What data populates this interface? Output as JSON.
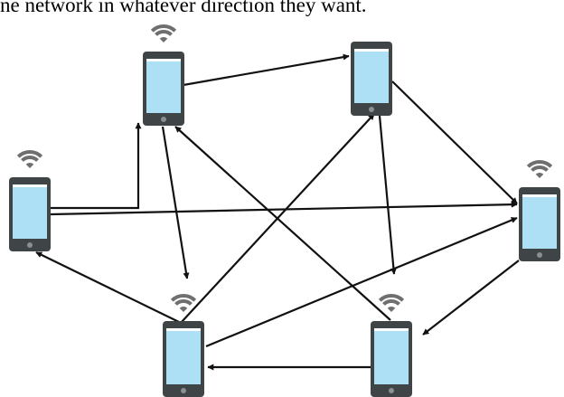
{
  "caption": "ne network in whatever direction they want.",
  "colors": {
    "phone_body": "#3f4447",
    "phone_screen": "#aee0f5",
    "phone_bar": "#ffffff",
    "wifi": "#6f6f6f",
    "arrow": "#111111"
  },
  "devices": [
    {
      "id": "phone-top-center",
      "wifi": true
    },
    {
      "id": "phone-top-right",
      "wifi": false
    },
    {
      "id": "phone-left",
      "wifi": true
    },
    {
      "id": "phone-right",
      "wifi": true
    },
    {
      "id": "phone-bottom-left",
      "wifi": true
    },
    {
      "id": "phone-bottom-right",
      "wifi": true
    }
  ],
  "connections": [
    {
      "from": "phone-top-center",
      "to": "phone-top-right"
    },
    {
      "from": "phone-top-right",
      "to": "phone-right"
    },
    {
      "from": "phone-top-right",
      "to": "phone-bottom-right"
    },
    {
      "from": "phone-top-center",
      "to": "phone-bottom-left"
    },
    {
      "from": "phone-left",
      "to": "phone-top-center"
    },
    {
      "from": "phone-left",
      "to": "phone-right"
    },
    {
      "from": "phone-bottom-left",
      "to": "phone-left"
    },
    {
      "from": "phone-bottom-left",
      "to": "phone-top-right"
    },
    {
      "from": "phone-bottom-left",
      "to": "phone-right"
    },
    {
      "from": "phone-bottom-right",
      "to": "phone-top-center"
    },
    {
      "from": "phone-bottom-right",
      "to": "phone-bottom-left"
    },
    {
      "from": "phone-right",
      "to": "phone-bottom-right"
    }
  ]
}
